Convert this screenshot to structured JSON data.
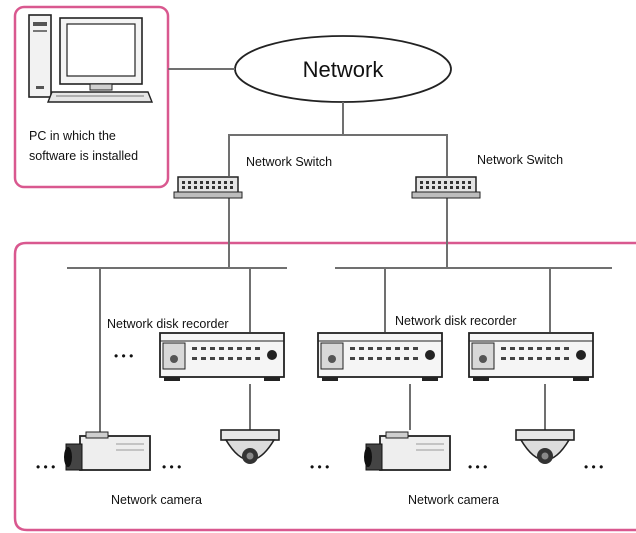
{
  "network": {
    "label": "Network"
  },
  "pc": {
    "label_line1": "PC  in which the",
    "label_line2": "software is installed"
  },
  "switches": [
    {
      "label": "Network Switch"
    },
    {
      "label": "Network Switch"
    }
  ],
  "recorders": [
    {
      "label": "Network disk recorder"
    },
    {
      "label": "Network disk recorder"
    }
  ],
  "cameras": [
    {
      "label": "Network camera"
    },
    {
      "label": "Network camera"
    }
  ],
  "ellipsis": "• • •",
  "colors": {
    "frame": "#d9588f",
    "wire": "#707070",
    "ink": "#111111"
  },
  "icons": {
    "pc": "desktop-computer-icon",
    "switch": "network-switch-icon",
    "recorder": "disk-recorder-icon",
    "box_camera": "box-camera-icon",
    "dome_camera": "dome-camera-icon"
  }
}
